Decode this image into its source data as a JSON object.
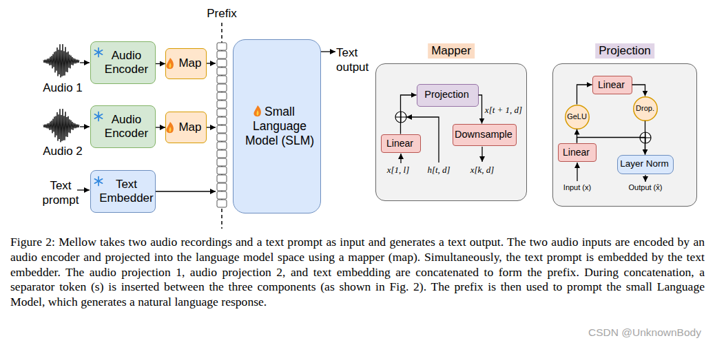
{
  "diagram": {
    "caption": "Figure 2: Mellow takes two audio recordings and a text prompt as input and generates a text output. The two audio inputs are encoded by an audio encoder and projected into the language model space using a mapper (map). Simultaneously, the text prompt is embedded by the text embedder. The audio projection 1, audio projection 2, and text embedding are concatenated to form the prefix. During concatenation, a separator token (s) is inserted between the three components (as shown in Fig. 2). The prefix is then used to prompt the small Language Model, which generates a natural language response.",
    "nodes": [
      {
        "text": [
          "Audio Encoder"
        ]
      },
      {
        "text": [
          "Map"
        ]
      },
      {
        "text": [
          "Audio Encoder"
        ]
      },
      {
        "text": [
          "Map"
        ]
      },
      {
        "text": [
          "Text Embedder"
        ]
      },
      {
        "text": [
          "Small Language Model (SLM)"
        ]
      },
      {
        "text": [
          "Mapper"
        ]
      },
      {
        "text": [
          "Projection"
        ],
        "in": 6
      },
      {
        "text": [
          "Linear"
        ],
        "in": 6
      },
      {
        "text": [
          "Downsample"
        ],
        "in": 6
      },
      {
        "text": [
          "Projection"
        ]
      },
      {
        "text": [
          "Linear"
        ],
        "in": 10
      },
      {
        "text": [
          "GeLU"
        ],
        "in": 10
      },
      {
        "text": [
          "Linear"
        ],
        "in": 10
      },
      {
        "text": [
          "Drop."
        ],
        "in": 10
      },
      {
        "text": [
          "Layer Norm"
        ],
        "in": 10
      }
    ],
    "edges": [
      {
        "from": 0,
        "to": 1,
        "arrow": "to"
      },
      {
        "from": 2,
        "to": 3,
        "arrow": "to"
      },
      {
        "from": 8,
        "to": 7,
        "arrow": "to"
      },
      {
        "from": 7,
        "to": 9,
        "arrow": "to"
      },
      {
        "from": 11,
        "to": 12,
        "arrow": "to"
      },
      {
        "from": 12,
        "to": 13,
        "arrow": "to"
      },
      {
        "from": 13,
        "to": 14,
        "arrow": "to"
      },
      {
        "from": 14,
        "to": 15,
        "arrow": "to"
      },
      {
        "from": 11,
        "to": 15,
        "arrow": "to"
      }
    ],
    "labels": [
      "Prefix",
      "Audio 1",
      "Audio 2",
      "Text prompt",
      "Text output",
      "x[1, l]",
      "h[t, d]",
      "x[t + 1, d]",
      "x[k, d]",
      "Input (x)",
      "Output (x̂)",
      "CSDN @UnknownBody"
    ]
  }
}
